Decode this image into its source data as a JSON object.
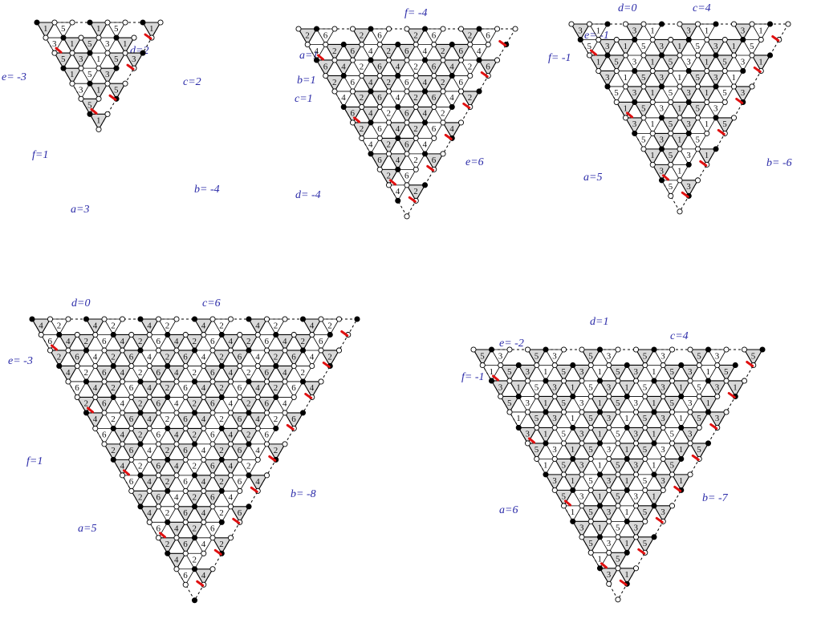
{
  "panels": [
    {
      "id": "p1",
      "labels": {
        "a": "a=3",
        "b": "b= -4",
        "c": "c=2",
        "d": "d=2",
        "e": "e= -3",
        "f": "f=1"
      }
    },
    {
      "id": "p2",
      "labels": {
        "a": "a=1",
        "b": "b=1",
        "c": "c=1",
        "d": "d= -4",
        "e": "e=6",
        "f": "f= -4"
      }
    },
    {
      "id": "p3",
      "labels": {
        "a": "a=5",
        "b": "b= -6",
        "c": "c=4",
        "d": "d=0",
        "e": "e= -1",
        "f": "f= -1"
      }
    },
    {
      "id": "p4",
      "labels": {
        "a": "a=5",
        "b": "b= -8",
        "c": "c=6",
        "d": "d=0",
        "e": "e= -3",
        "f": "f=1"
      }
    },
    {
      "id": "p5",
      "labels": {
        "a": "a=6",
        "b": "b= -7",
        "c": "c=4",
        "d": "d=1",
        "e": "e= -2",
        "f": "f= -1"
      }
    }
  ],
  "cell_numbers": [
    "1",
    "2",
    "3",
    "4",
    "5",
    "6"
  ]
}
